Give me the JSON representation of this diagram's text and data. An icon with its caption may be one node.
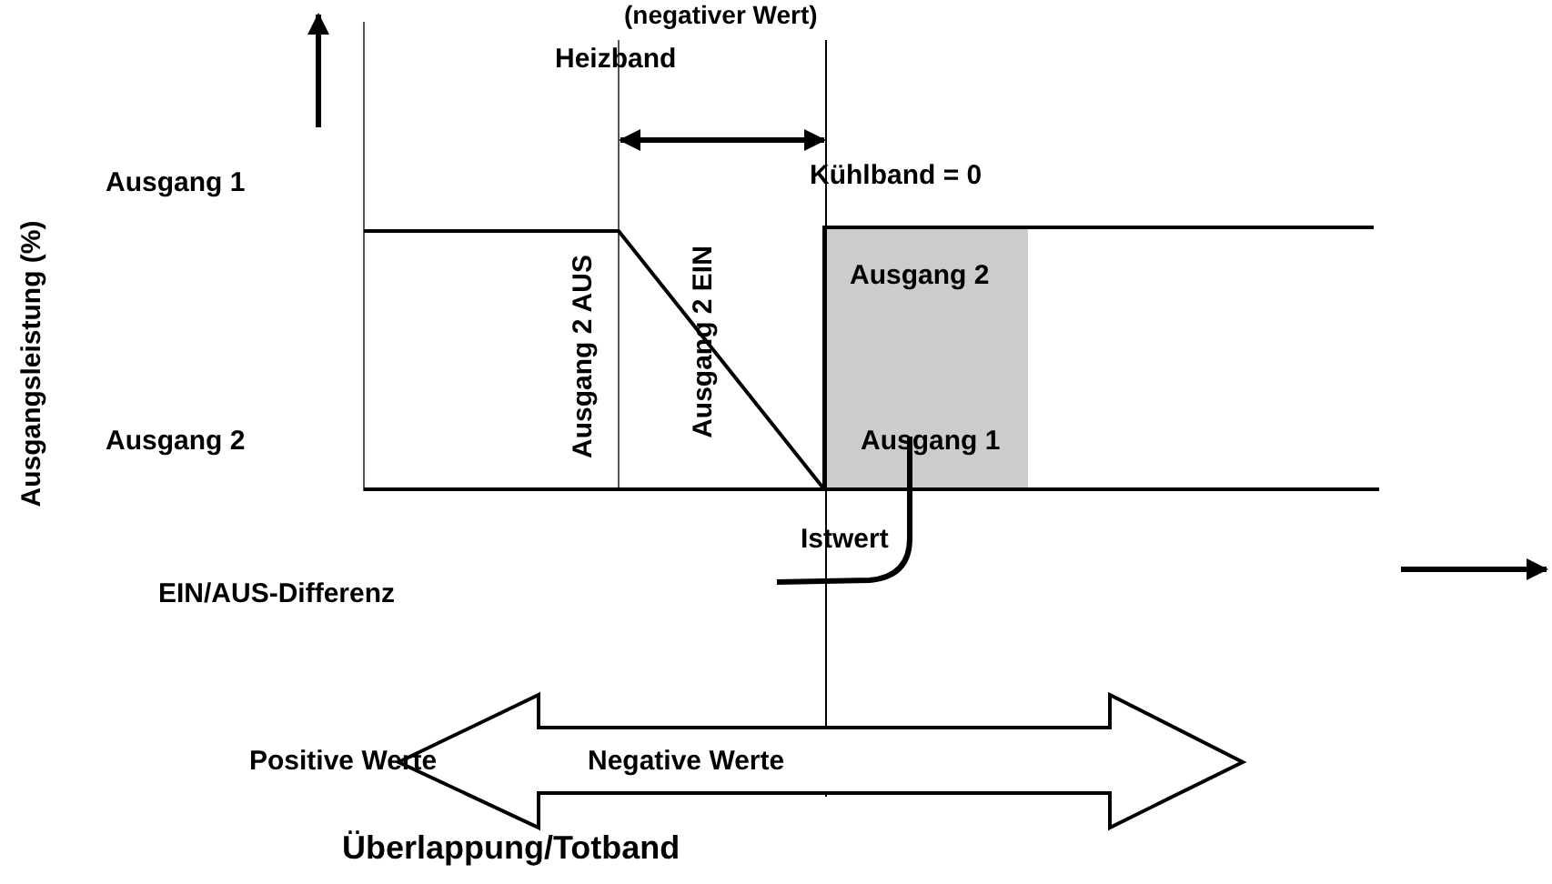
{
  "diagram": {
    "labels": [
      "(negativer Wert)",
      "Heizband",
      "Ausgang 1",
      "Kühlband = 0",
      "Ausgangsleistung (%)",
      "Ausgang 2 AUS",
      "Ausgang 2 EIN",
      "Ausgang 2",
      "Ausgang 2",
      "Ausgang 1",
      "Istwert",
      "EIN/AUS-Differenz",
      "Positive Werte",
      "Negative Werte",
      "Überlappung/Totband"
    ]
  }
}
